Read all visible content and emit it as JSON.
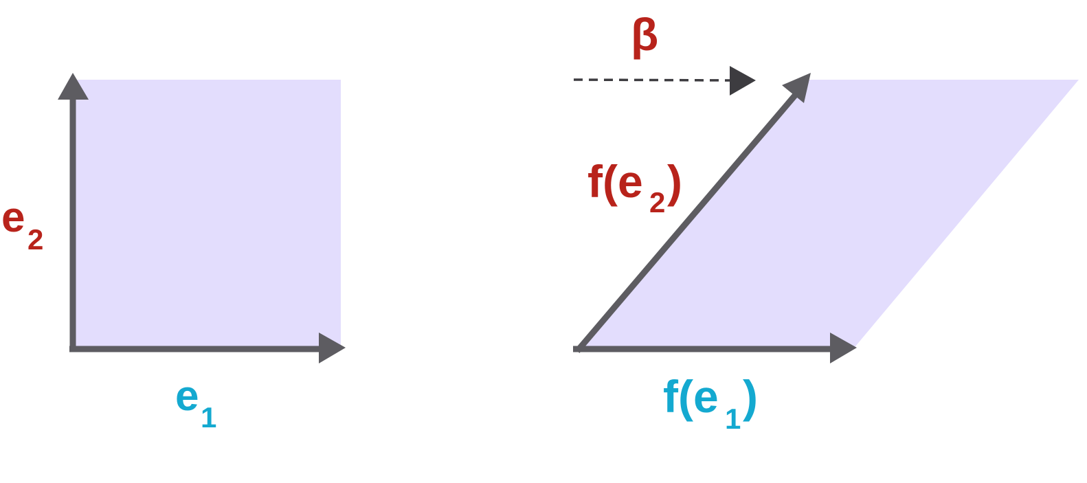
{
  "colors": {
    "fill": "#e3ddfd",
    "arrow": "#5d5c61",
    "basis_red": "#b8231b",
    "basis_cyan": "#14a9d0"
  },
  "left_figure": {
    "e1_label": {
      "base": "e",
      "sub": "1"
    },
    "e2_label": {
      "base": "e",
      "sub": "2"
    }
  },
  "right_figure": {
    "f_e1_label": {
      "open": "f(e",
      "sub": "1",
      "close": ")"
    },
    "f_e2_label": {
      "open": "f(e",
      "sub": "2",
      "close": ")"
    },
    "shear_label": "β"
  }
}
